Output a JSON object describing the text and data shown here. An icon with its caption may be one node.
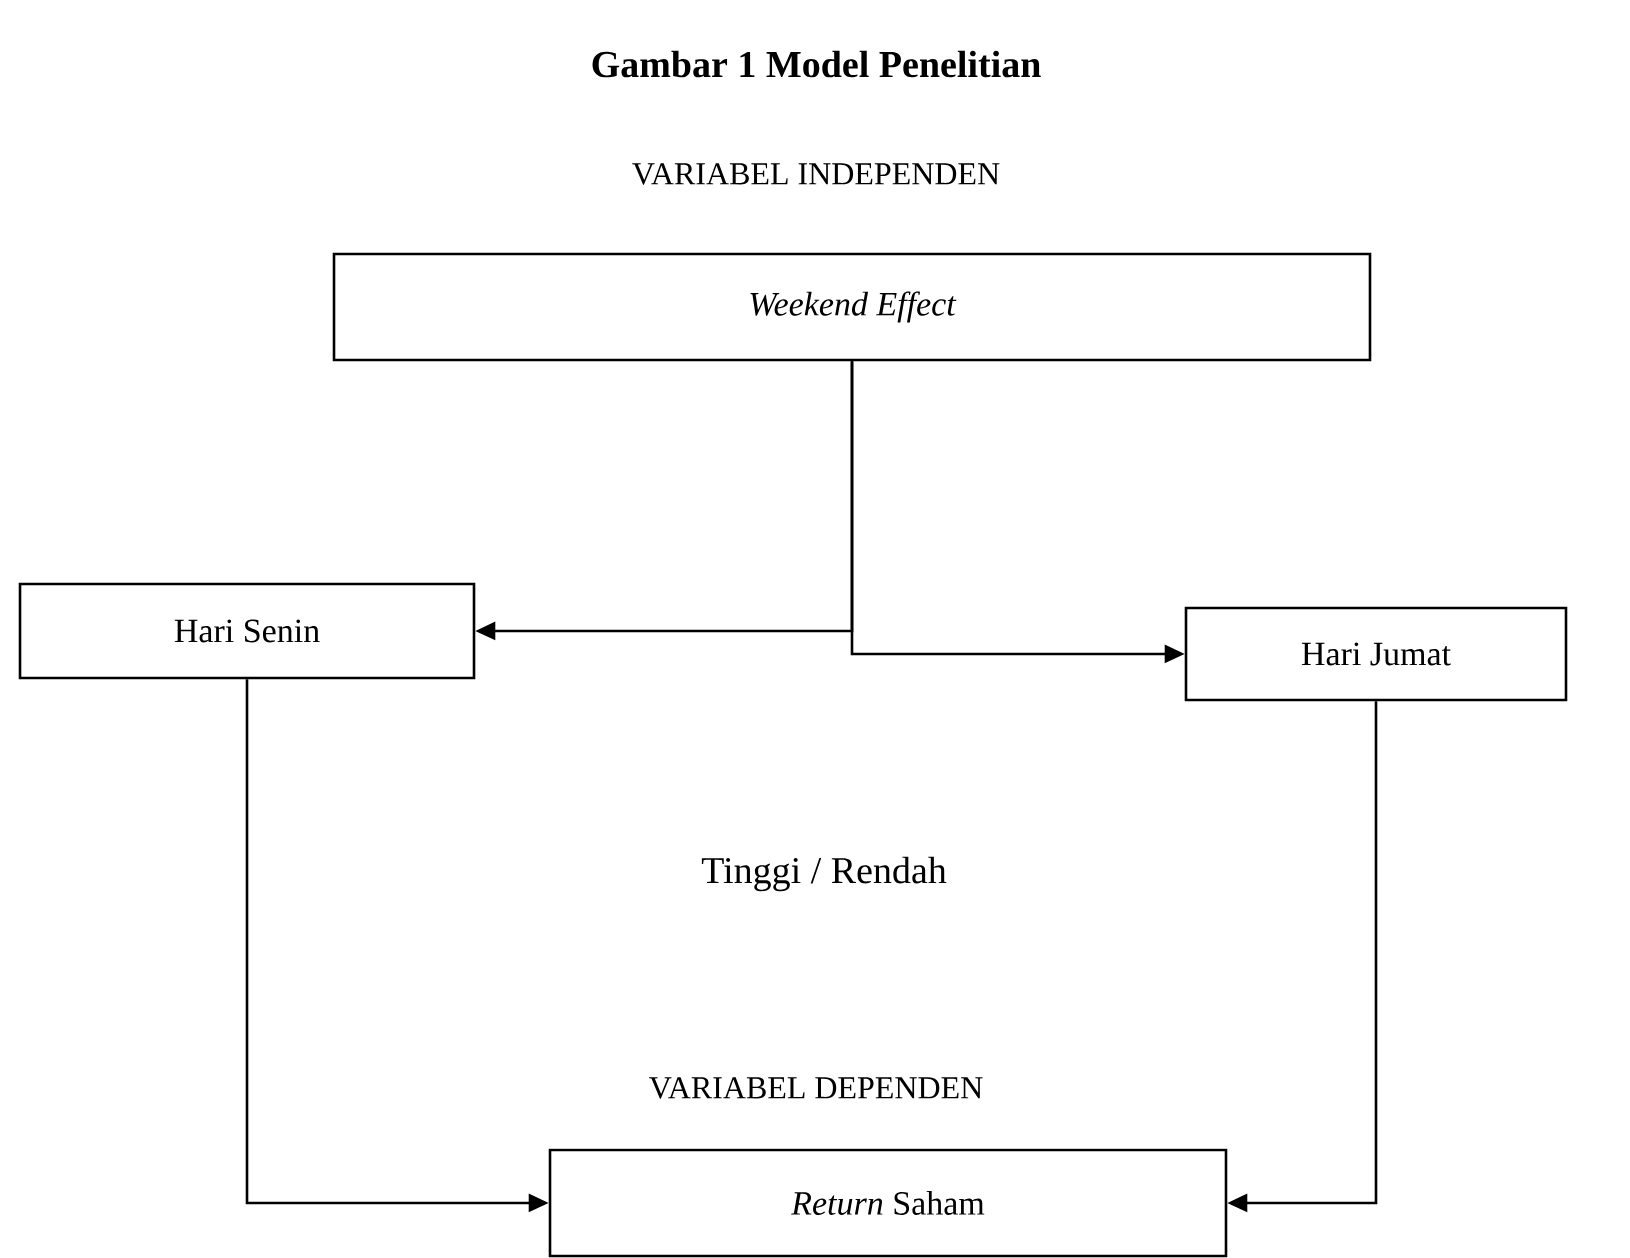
{
  "diagram": {
    "title": "Gambar 1 Model Penelitian",
    "nodes": [
      {
        "text": [
          "Weekend Effect"
        ]
      },
      {
        "text": [
          "Hari Senin"
        ]
      },
      {
        "text": [
          "Hari Jumat"
        ]
      },
      {
        "text": [
          "*Return* Saham"
        ]
      }
    ],
    "edges": [
      {
        "from": 0,
        "to": 1,
        "arrow": "to"
      },
      {
        "from": 0,
        "to": 2,
        "arrow": "to"
      },
      {
        "from": 1,
        "to": 3,
        "arrow": "to"
      },
      {
        "from": 2,
        "to": 3,
        "arrow": "to"
      }
    ],
    "labels": [
      "VARIABEL INDEPENDEN",
      "Tinggi / Rendah",
      "VARIABEL DEPENDEN"
    ]
  }
}
